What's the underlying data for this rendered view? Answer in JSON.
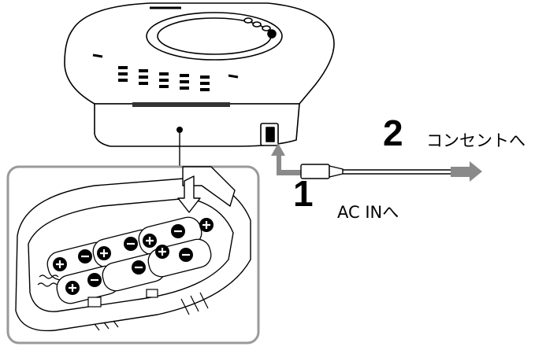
{
  "steps": [
    {
      "number": "2",
      "label": "コンセントへ"
    },
    {
      "number": "1",
      "label": "AC INへ"
    }
  ],
  "colors": {
    "line": "#000000",
    "arrow": "#8a8a8a",
    "callout_border": "#9a9a9a",
    "battery": "#ffffff"
  },
  "icons": [
    "radio-cd-player-illustration",
    "battery-compartment-closeup",
    "ac-plug-icon",
    "arrow-to-outlet-icon",
    "arrow-to-ac-in-icon",
    "plus-terminal-icon",
    "minus-terminal-icon"
  ]
}
